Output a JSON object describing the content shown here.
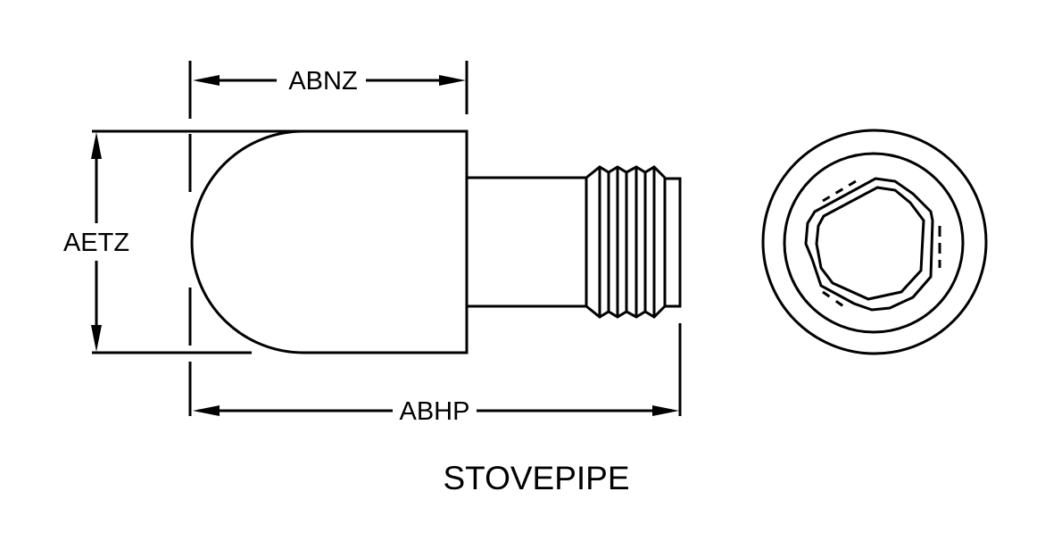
{
  "title": "STOVEPIPE",
  "dimensions": {
    "top_width": "ABNZ",
    "height": "AETZ",
    "overall_length": "ABHP"
  },
  "colors": {
    "line": "#000000",
    "background": "#ffffff"
  }
}
